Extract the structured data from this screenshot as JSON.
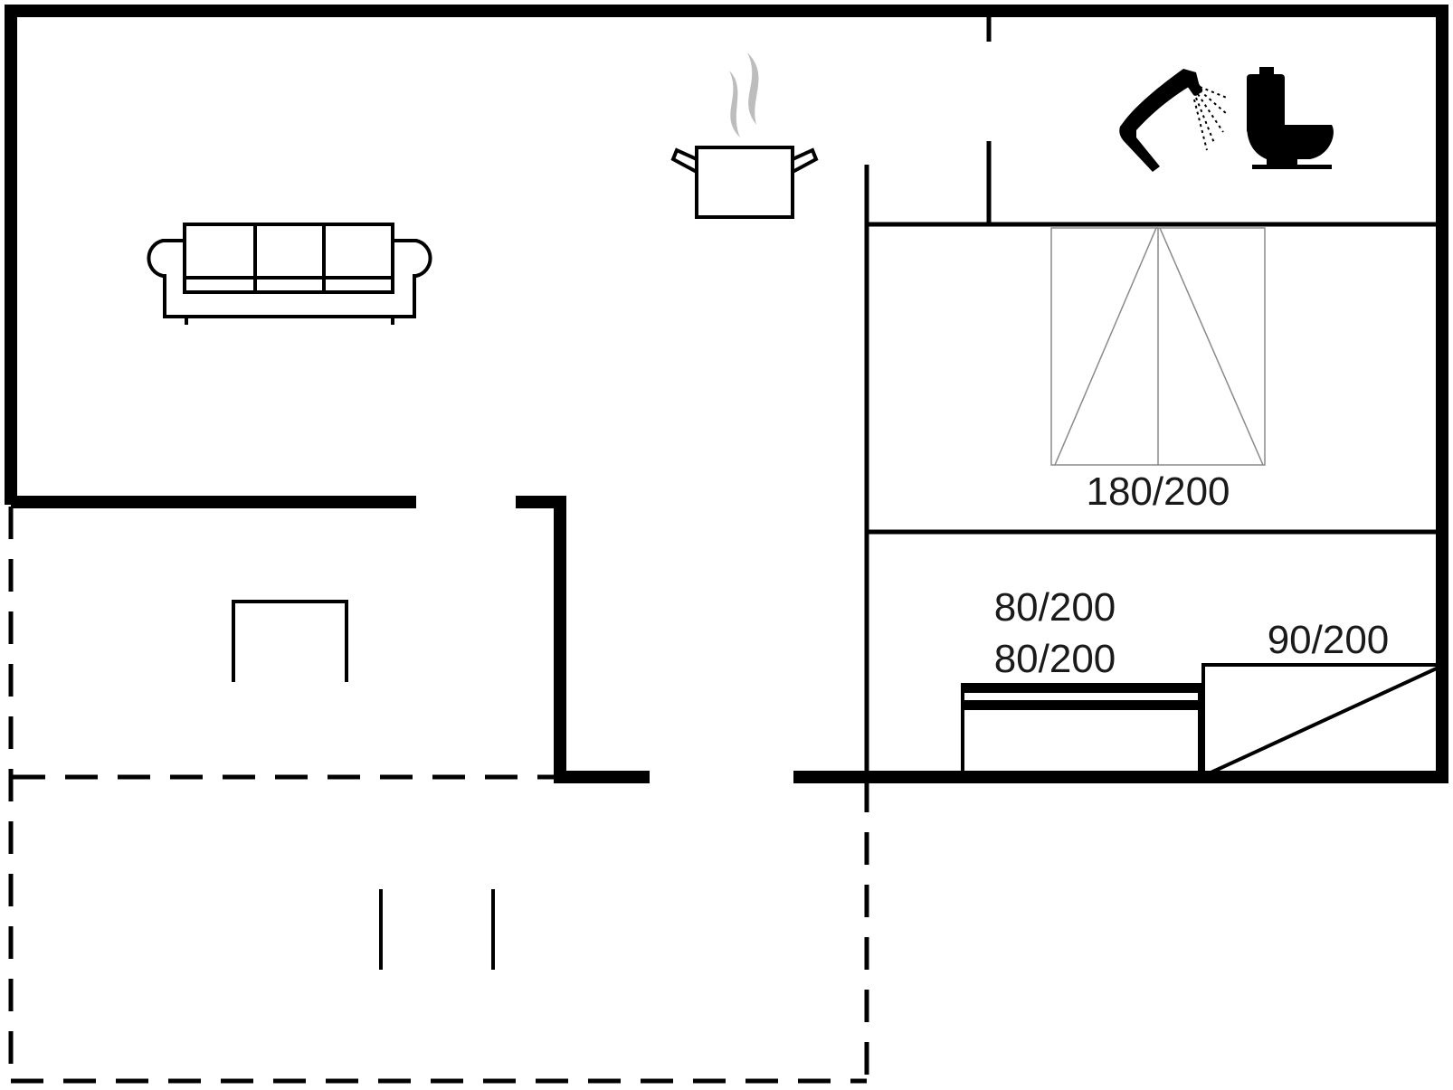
{
  "floorplan": {
    "beds": {
      "double": "180/200",
      "bunk_top": "80/200",
      "bunk_bottom": "80/200",
      "single": "90/200"
    },
    "icons": {
      "sofa": "sofa-icon",
      "kitchen": "cooking-pot-icon",
      "shower": "shower-icon",
      "toilet": "toilet-icon"
    },
    "colors": {
      "wall": "#000000",
      "steam": "#bdbdbd",
      "double_bed_outline": "#8a8a8a"
    }
  }
}
